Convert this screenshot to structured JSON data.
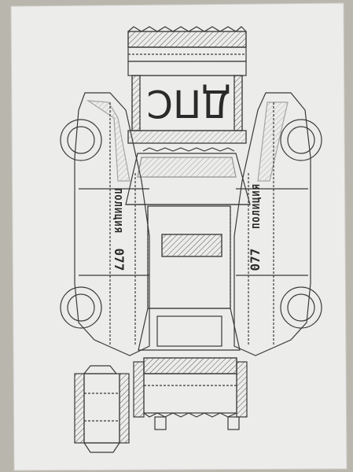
{
  "sheet": {
    "title_text": "ДПС",
    "left_side": {
      "label": "ПОЛИЦИЯ",
      "number": "077"
    },
    "right_side": {
      "label": "ПОЛИЦИЯ",
      "number": "077"
    }
  },
  "colors": {
    "paper": "#ececeb",
    "ink": "#3a3a3a",
    "background": "#b9b6ae"
  }
}
